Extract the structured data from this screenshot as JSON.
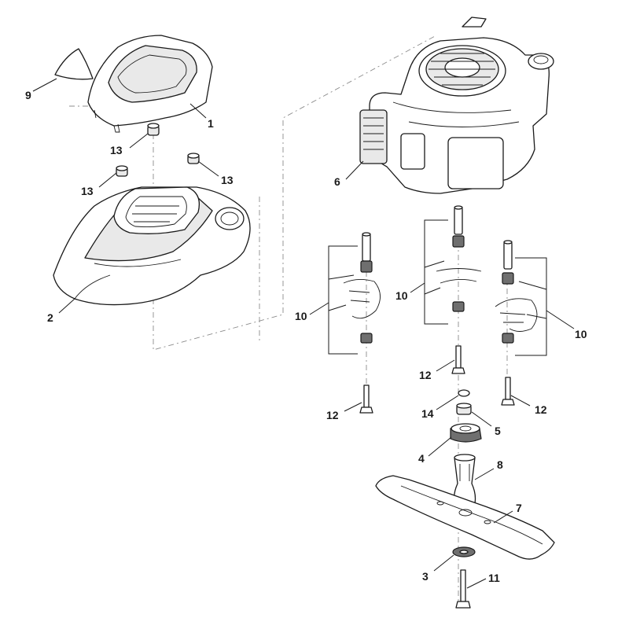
{
  "callouts": {
    "c1": "1",
    "c2": "2",
    "c3": "3",
    "c4": "4",
    "c5": "5",
    "c6": "6",
    "c7": "7",
    "c8": "8",
    "c9": "9",
    "c10a": "10",
    "c10b": "10",
    "c10c": "10",
    "c11": "11",
    "c12a": "12",
    "c12b": "12",
    "c12c": "12",
    "c13a": "13",
    "c13b": "13",
    "c13c": "13",
    "c14": "14"
  }
}
